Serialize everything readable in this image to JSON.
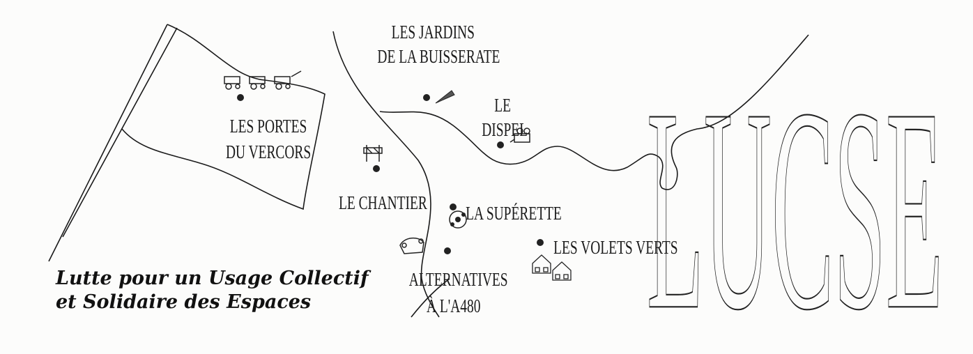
{
  "logo": {
    "text": "LUCSE"
  },
  "tagline": {
    "line1": "Lutte pour un Usage Collectif",
    "line2": "et Solidaire des Espaces"
  },
  "places": [
    {
      "line1": "LES PORTES",
      "line2": "DU VERCORS",
      "icon": "tractor-icon"
    },
    {
      "line1": "LES JARDINS",
      "line2": "DE LA BUISSERATE",
      "icon": "carrot-icon"
    },
    {
      "line1": "LE",
      "line2": "DISPEL",
      "icon": "movie-camera-icon"
    },
    {
      "line1": "LE CHANTIER",
      "icon": "barrier-icon"
    },
    {
      "line1": "LA SUPÉRETTE",
      "icon": "soccer-ball-icon"
    },
    {
      "line1": "ALTERNATIVES",
      "line2": "À L'A480",
      "icon": "car-icon"
    },
    {
      "line1": "LES VOLETS VERTS",
      "icon": "house-icon"
    }
  ],
  "colors": {
    "ink": "#1b1b1b",
    "paper": "#fcfcfb"
  }
}
